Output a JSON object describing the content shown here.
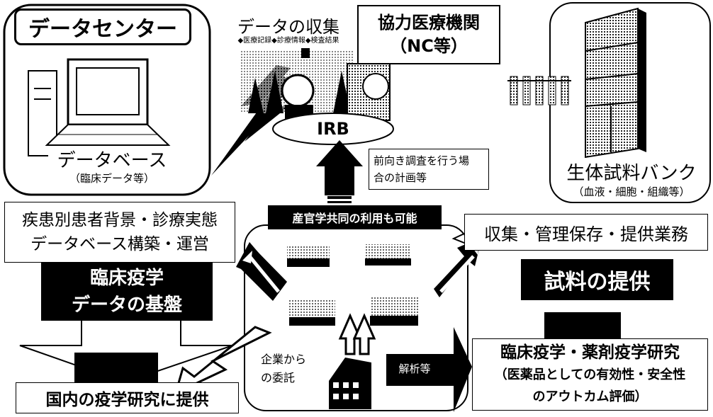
{
  "data_center": {
    "title": "データセンター",
    "database_label": "データベース",
    "database_note": "（臨床データ等）"
  },
  "collection": {
    "title": "データの収集",
    "subtitle": "◆医療記録◆診療情報◆検査結果"
  },
  "cooperating_institutions": {
    "line1": "協力医療機関",
    "line2": "（NC等）"
  },
  "irb_label": "IRB",
  "prospective_note": {
    "line1": "前向き調査を行う場",
    "line2": "合の計画等"
  },
  "biobank": {
    "title": "生体試料バンク",
    "note": "（血液・細胞・組織等）"
  },
  "background_box": {
    "line1": "疾患別患者背景・診療実態",
    "line2": "データベース構築・運営"
  },
  "joint_use_label": "産官学共同の利用も可能",
  "collection_tasks": "収集・管理保存・提供業務",
  "epi_foundation": {
    "line1": "臨床疫学",
    "line2": "データの基盤"
  },
  "sample_provision": "試料の提供",
  "domestic_research": "国内の疫学研究に提供",
  "corporate_commission": {
    "line1": "企業から",
    "line2": "の委託"
  },
  "analysis_label": "解析等",
  "research_box": {
    "line1": "臨床疫学・薬剤疫学研究",
    "line2": "（医薬品としての有効性・安全性",
    "line3": "のアウトカム評価）"
  },
  "colors": {
    "ink": "#000000",
    "paper": "#ffffff",
    "grey": "#9a9a9a"
  }
}
